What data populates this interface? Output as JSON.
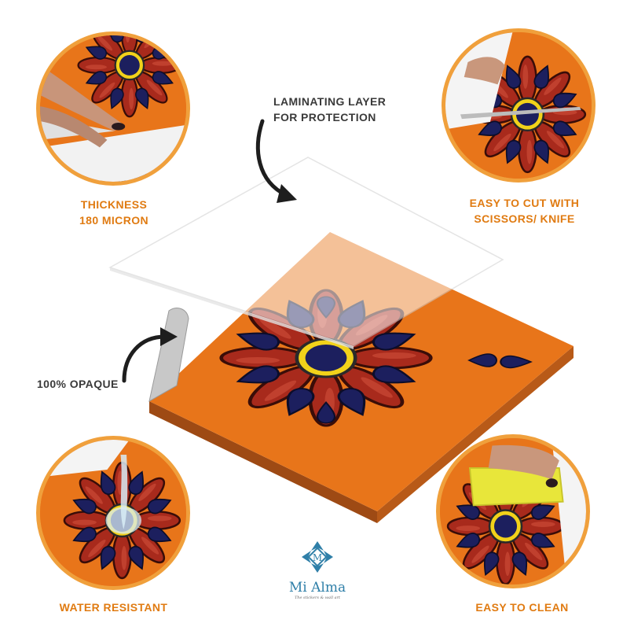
{
  "labels": {
    "laminating_line1": "LAMINATING LAYER",
    "laminating_line2": "FOR PROTECTION",
    "thickness_line1": "THICKNESS",
    "thickness_line2": "180 MICRON",
    "cut_line1": "EASY TO CUT WITH",
    "cut_line2": "SCISSORS/ KNIFE",
    "opaque": "100% OPAQUE",
    "water": "WATER RESISTANT",
    "clean": "EASY TO CLEAN"
  },
  "logo": {
    "name": "Mi Alma",
    "tagline": "The stickers & wall art"
  },
  "colors": {
    "accent_orange": "#e07b12",
    "circle_border": "#f0a03c",
    "tile_orange": "#e8751a",
    "petal_red": "#a82a1c",
    "navy": "#1c1f5e",
    "brand_blue": "#2f7fa8"
  },
  "icons": {
    "arrow_laminating": "curved-arrow-icon",
    "arrow_opaque": "curved-arrow-icon"
  }
}
